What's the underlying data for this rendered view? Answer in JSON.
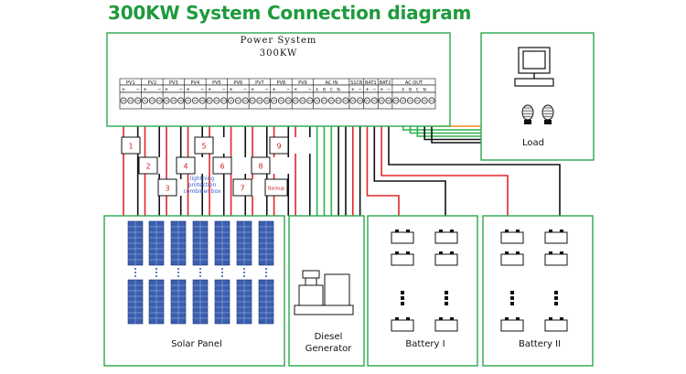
{
  "title": "300KW System Connection diagram",
  "power_system": {
    "label": "Power System",
    "rating": "300KW",
    "terminal_groups": [
      "PV1",
      "PV2",
      "PV3",
      "PV4",
      "PV5",
      "PV6",
      "PV7",
      "PV8",
      "PV9",
      "AC IN",
      "S1CB",
      "BAT1",
      "BAT2",
      "AC OUT"
    ],
    "ac_in_terminals": [
      "A",
      "B",
      "C",
      "N"
    ],
    "ac_out_terminals": [
      "A",
      "B",
      "C",
      "N"
    ]
  },
  "combiner_boxes": [
    "1",
    "2",
    "3",
    "4",
    "5",
    "6",
    "7",
    "8",
    "9"
  ],
  "combiner_note": "lightning protection combiner box",
  "backup_box": "Backup",
  "load": {
    "label": "Load"
  },
  "solar_panel": {
    "label": "Solar Panel"
  },
  "diesel_generator": {
    "label": "Diesel Generator"
  },
  "battery_1": {
    "label": "Battery I"
  },
  "battery_2": {
    "label": "Battery II"
  },
  "colors": {
    "frame_green": "#2aa84a",
    "title_green": "#1e9a3c",
    "wire_red": "#e0262a",
    "wire_black": "#111111",
    "wire_green": "#2bb24c",
    "wire_orange": "#ef8a1e",
    "panel_blue": "#3a5fb0"
  },
  "icons": [
    "computer-monitor-icon",
    "light-bulb-icon",
    "diesel-generator-icon",
    "battery-cell-icon",
    "solar-module-icon"
  ]
}
